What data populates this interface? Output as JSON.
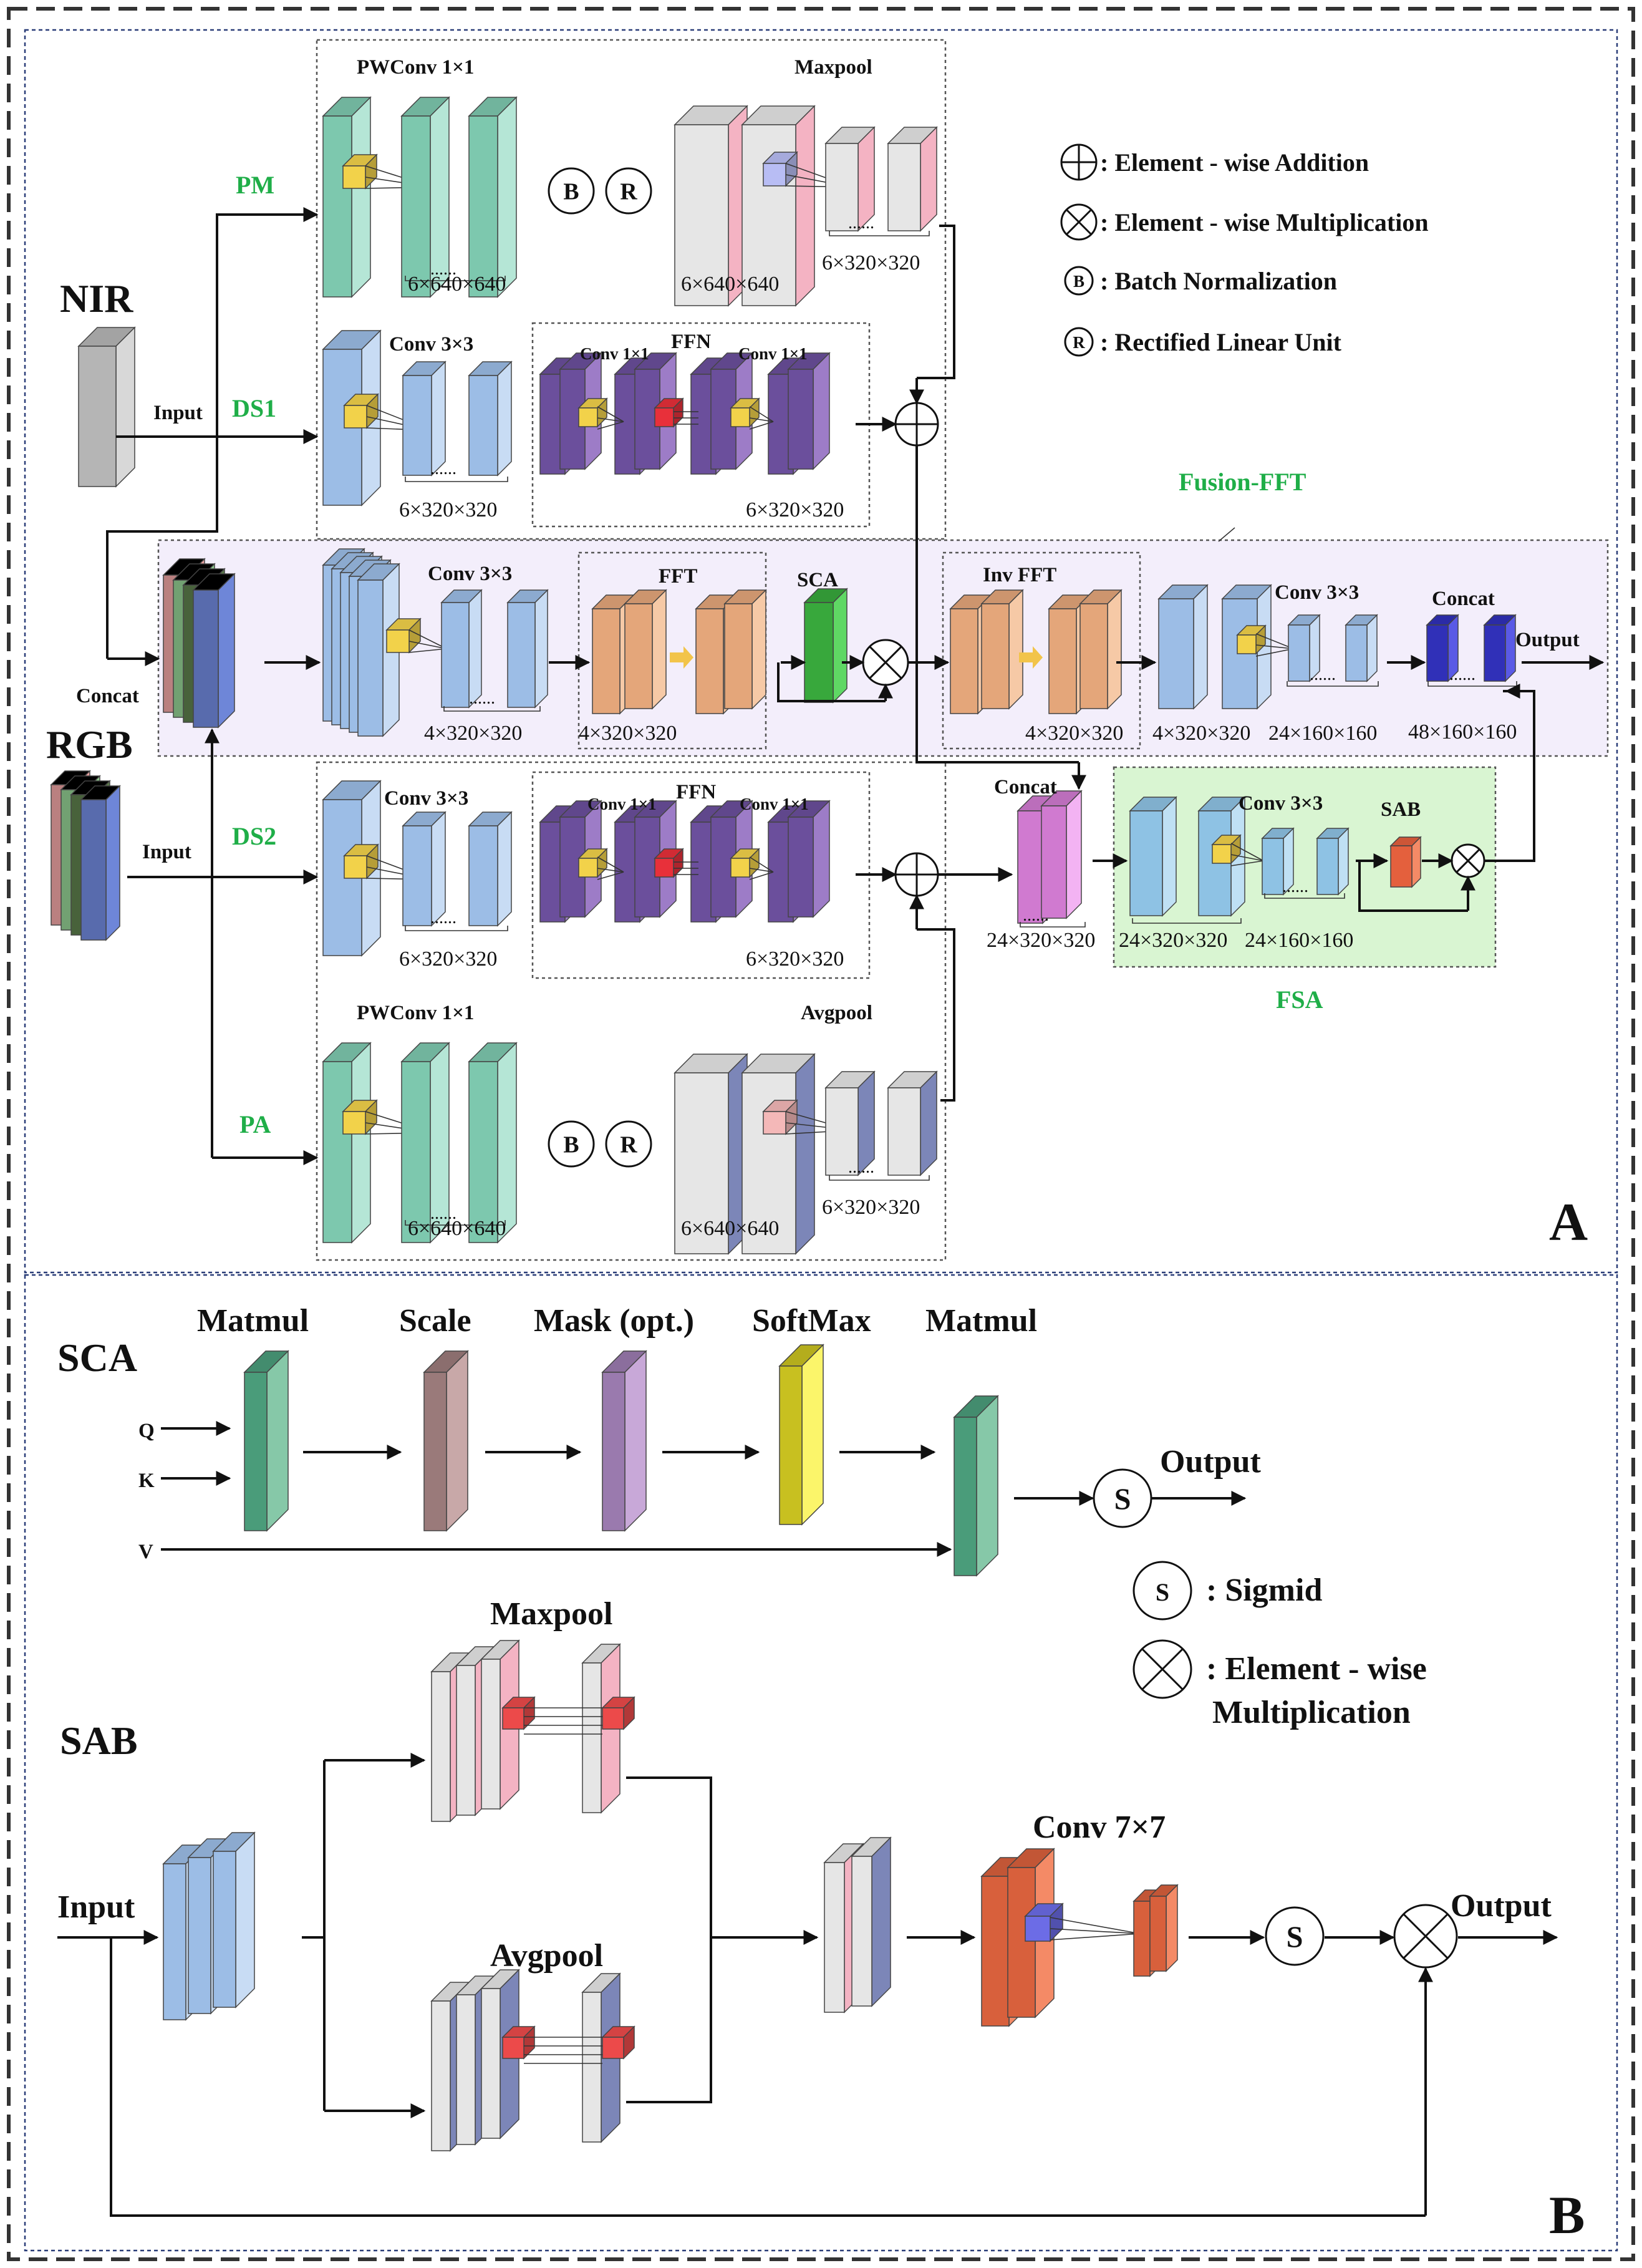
{
  "panel_a": {
    "label": "A",
    "inputs": {
      "nir": "NIR",
      "rgb": "RGB",
      "input_nir": "Input",
      "input_rgb": "Input",
      "concat": "Concat"
    },
    "branches": {
      "pm": "PM",
      "ds1": "DS1",
      "ds2": "DS2",
      "pa": "PA"
    },
    "pm": {
      "conv": "PWConv 1×1",
      "pool": "Maxpool",
      "dim1": "6×640×640",
      "dim2": "6×640×640",
      "dim3": "6×320×320"
    },
    "ds1": {
      "conv": "Conv 3×3",
      "ffn": "FFN",
      "ffn_conv1": "Conv 1×1",
      "ffn_conv2": "Conv 1×1",
      "dim1": "6×320×320",
      "dim2": "6×320×320"
    },
    "fusion": {
      "title": "Fusion-FFT",
      "conv1": "Conv 3×3",
      "fft": "FFT",
      "sca": "SCA",
      "inv_fft": "Inv FFT",
      "conv2": "Conv 3×3",
      "concat": "Concat",
      "output": "Output",
      "dim1": "4×320×320",
      "dim2": "4×320×320",
      "dim3": "4×320×320",
      "dim4": "4×320×320",
      "dim5": "24×160×160",
      "dim6": "48×160×160"
    },
    "ds2": {
      "conv": "Conv 3×3",
      "ffn": "FFN",
      "ffn_conv1": "Conv 1×1",
      "ffn_conv2": "Conv 1×1",
      "dim1": "6×320×320",
      "dim2": "6×320×320"
    },
    "fsa": {
      "title": "FSA",
      "concat": "Concat",
      "conv": "Conv 3×3",
      "sab": "SAB",
      "dim1": "24×320×320",
      "dim2": "24×320×320",
      "dim3": "24×160×160"
    },
    "pa": {
      "conv": "PWConv 1×1",
      "pool": "Avgpool",
      "dim1": "6×640×640",
      "dim2": "6×640×640",
      "dim3": "6×320×320"
    },
    "bn": "B",
    "relu": "R",
    "legend": {
      "add": ": Element - wise Addition",
      "mul": ": Element - wise Multiplication",
      "bn_letter": "B",
      "bn": ": Batch Normalization",
      "relu_letter": "R",
      "relu": ": Rectified Linear Unit"
    }
  },
  "panel_b": {
    "label": "B",
    "sca": {
      "title": "SCA",
      "q": "Q",
      "k": "K",
      "v": "V",
      "matmul1": "Matmul",
      "scale": "Scale",
      "mask": "Mask (opt.)",
      "softmax": "SoftMax",
      "matmul2": "Matmul",
      "output": "Output",
      "s": "S"
    },
    "legend": {
      "s_letter": "S",
      "sigmoid": ": Sigmid",
      "mul1": ": Element - wise",
      "mul2": "Multiplication"
    },
    "sab": {
      "title": "SAB",
      "input": "Input",
      "maxpool": "Maxpool",
      "avgpool": "Avgpool",
      "conv": "Conv 7×7",
      "s": "S",
      "output": "Output"
    }
  },
  "colors": {
    "teal": "#b5e6d6",
    "teal_dark": "#7dc8ae",
    "blue": "#c8dcf4",
    "blue_dark": "#9cbde6",
    "purple": "#9d7cc7",
    "purple_dark": "#6b4f9c",
    "peach": "#f6c9a6",
    "peach_dark": "#e4a67a",
    "pink": "#f4b3c3",
    "gray": "#e6e6e6",
    "navy": "#7c86b8",
    "orange": "#f48a66",
    "orange_dark": "#e4603d",
    "green_sca": "#5fd864",
    "magenta": "#f3b3f3",
    "fusion_bg": "#f3eefb",
    "box_bg": "#fbfbef",
    "fsa_bg": "#d9f5d2",
    "label_green": "#1fae48"
  }
}
